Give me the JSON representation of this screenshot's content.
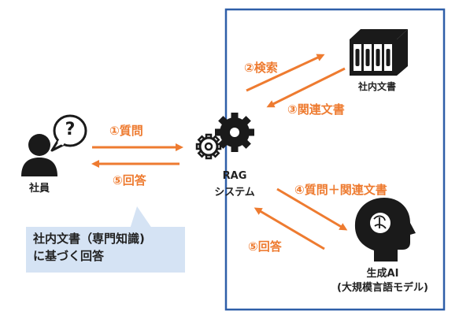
{
  "colors": {
    "accent": "#ee7b30",
    "frame": "#2e5ea8",
    "callout_bg": "#d5e3f4",
    "icon": "#1a1a1a"
  },
  "employee": {
    "label": "社員",
    "bubble_text": "?"
  },
  "rag": {
    "line1": "RAG",
    "line2": "システム"
  },
  "docs": {
    "label": "社内文書"
  },
  "ai": {
    "line1": "生成AI",
    "line2": "(大規模言語モデル)"
  },
  "steps": {
    "s1": "①質問",
    "s2": "②検索",
    "s3": "③関連文書",
    "s4": "④質問＋関連文書",
    "s5a": "⑤回答",
    "s5b": "⑤回答"
  },
  "callout": {
    "line1": "社内文書（専門知識)",
    "line2": "に基づく回答"
  },
  "icons": [
    "person-icon",
    "speech-bubble-icon",
    "gear-icon",
    "books-icon",
    "brain-head-icon"
  ]
}
